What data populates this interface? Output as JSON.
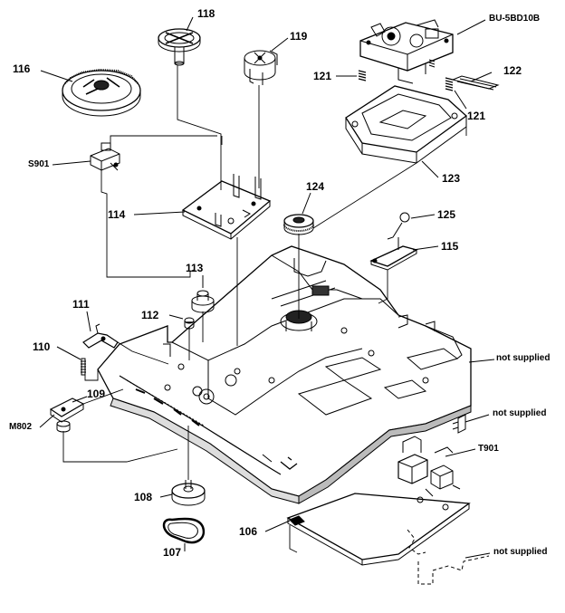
{
  "diagram": {
    "labels": {
      "p116": "116",
      "p118": "118",
      "p119": "119",
      "bu": "BU-5BD10B",
      "p121a": "121",
      "p121b": "121",
      "p122": "122",
      "p123": "123",
      "s901": "S901",
      "p124": "124",
      "p125": "125",
      "p114": "114",
      "p115": "115",
      "p113": "113",
      "p111": "111",
      "p112": "112",
      "p110": "110",
      "p109": "109",
      "m802": "M802",
      "ns1": "not supplied",
      "ns2": "not supplied",
      "t901": "T901",
      "p108": "108",
      "p106": "106",
      "p107": "107",
      "ns3": "not supplied"
    },
    "colors": {
      "ink": "#000000",
      "paper": "#ffffff"
    }
  }
}
